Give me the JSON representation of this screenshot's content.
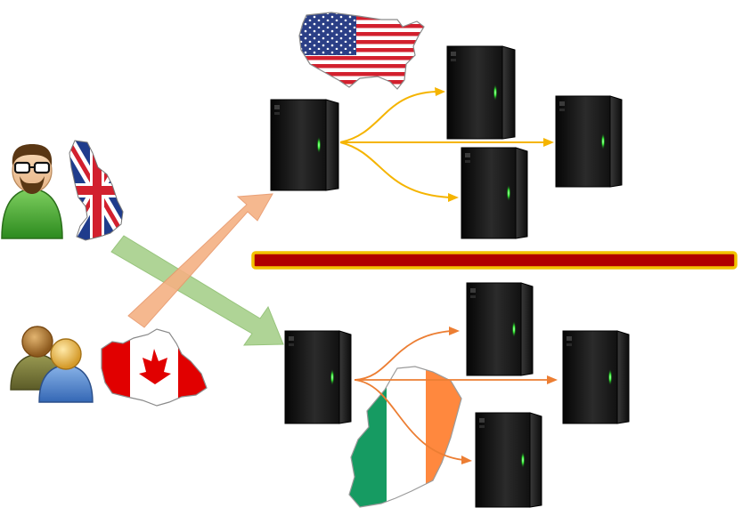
{
  "colors": {
    "background": "#ffffff",
    "server_body": "#1a1a1a",
    "server_light": "#3cff3c",
    "usa_arrows": "#f5b400",
    "ireland_arrows": "#ec7e33",
    "divider_fill": "#b00000",
    "divider_border": "#f2c200",
    "arrow_uk_to_ireland": "#a9d18e",
    "arrow_canada_to_usa": "#f4b183",
    "ireland_green": "#169b62",
    "ireland_orange": "#ff883e",
    "canada_red": "#e10000"
  },
  "icons": {
    "user_uk": "bearded-user-with-glasses-icon",
    "user_canada": "user-group-icon",
    "flag_uk": "uk-flag-map-icon",
    "flag_canada": "canada-flag-map-icon",
    "flag_usa": "usa-flag-map-icon",
    "flag_ireland": "ireland-flag-map-icon",
    "server": "server-tower-icon"
  },
  "clusters": [
    {
      "region": "usa",
      "servers": 4
    },
    {
      "region": "ireland",
      "servers": 4
    }
  ]
}
